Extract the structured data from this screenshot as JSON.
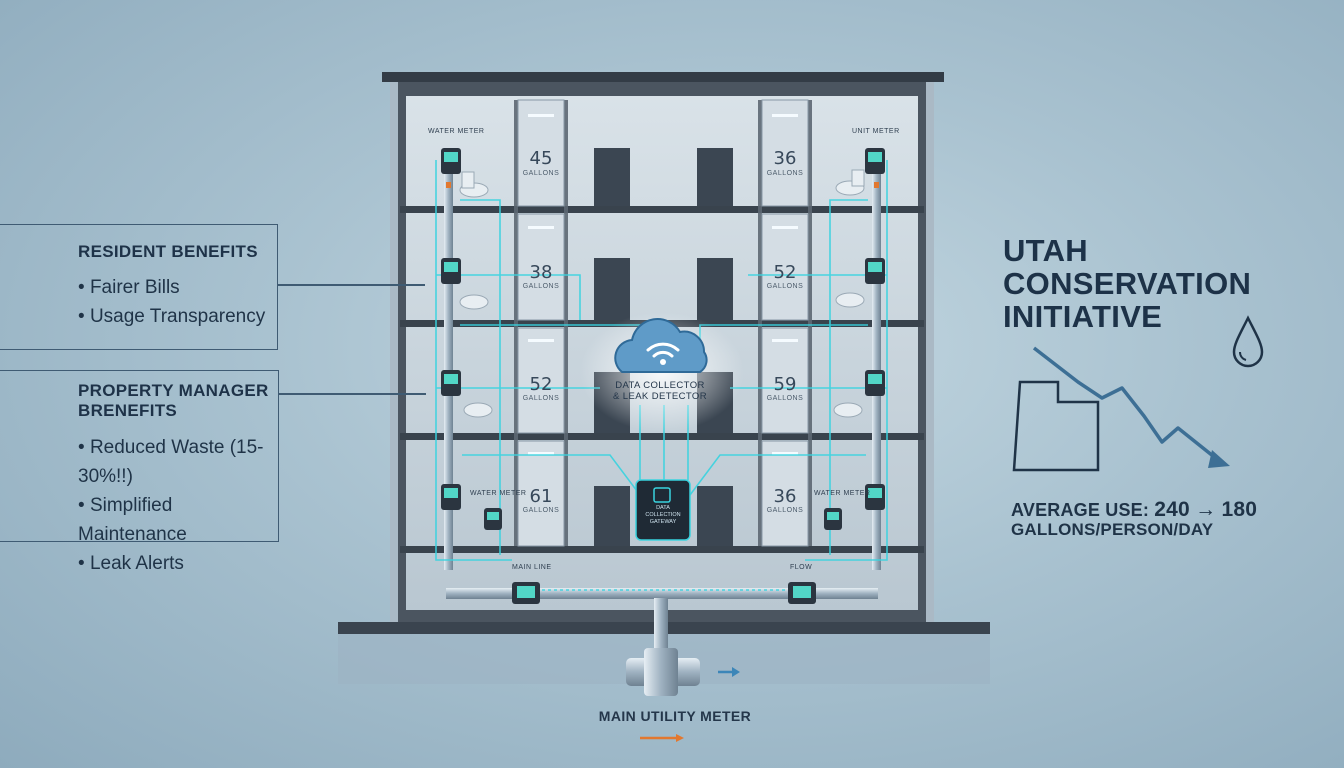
{
  "resident_panel": {
    "title": "RESIDENT BENEFITS",
    "items": [
      "Fairer Bills",
      "Usage Transparency"
    ]
  },
  "manager_panel": {
    "title": "PROPERTY MANAGER BRENEFITS",
    "items": [
      "Reduced Waste (15-30%!!)",
      "Simplified Maintenance",
      "Leak Alerts"
    ]
  },
  "units": [
    {
      "reading": "45",
      "unit": "GALLONS"
    },
    {
      "reading": "36",
      "unit": "GALLONS"
    },
    {
      "reading": "38",
      "unit": "GALLONS"
    },
    {
      "reading": "52",
      "unit": "GALLONS"
    },
    {
      "reading": "52",
      "unit": "GALLONS"
    },
    {
      "reading": "59",
      "unit": "GALLONS"
    },
    {
      "reading": "61",
      "unit": "GALLONS"
    },
    {
      "reading": "36",
      "unit": "GALLONS"
    }
  ],
  "small_labels": {
    "top_left_meter": "WATER METER",
    "top_right_meter": "UNIT METER",
    "lower_left_meter": "WATER METER",
    "lower_right_meter": "WATER METER",
    "pipe_left": "MAIN LINE",
    "pipe_right": "FLOW"
  },
  "collector": {
    "line1": "DATA COLLECTOR",
    "line2": "& LEAK DETECTOR",
    "icon": "cloud-wifi-icon"
  },
  "hub": {
    "line1": "DATA",
    "line2": "COLLECTION",
    "line3": "GATEWAY"
  },
  "main_meter_label": "MAIN UTILITY METER",
  "right_panel": {
    "title_lines": [
      "UTAH",
      "CONSERVATION",
      "INITIATIVE"
    ],
    "average_prefix": "AVERAGE USE:",
    "average_from": "240",
    "arrow": "→",
    "average_to": "180",
    "average_unit": "GALLONS/PERSON/DAY",
    "icons": [
      "water-drop-icon",
      "utah-map-icon",
      "downward-trend-icon"
    ]
  },
  "colors": {
    "accent_cyan": "#39d3df",
    "trend_blue": "#3d6f95",
    "arrow_orange": "#e2782f",
    "text_dark": "#1f3347",
    "building_frame": "#39434d"
  }
}
